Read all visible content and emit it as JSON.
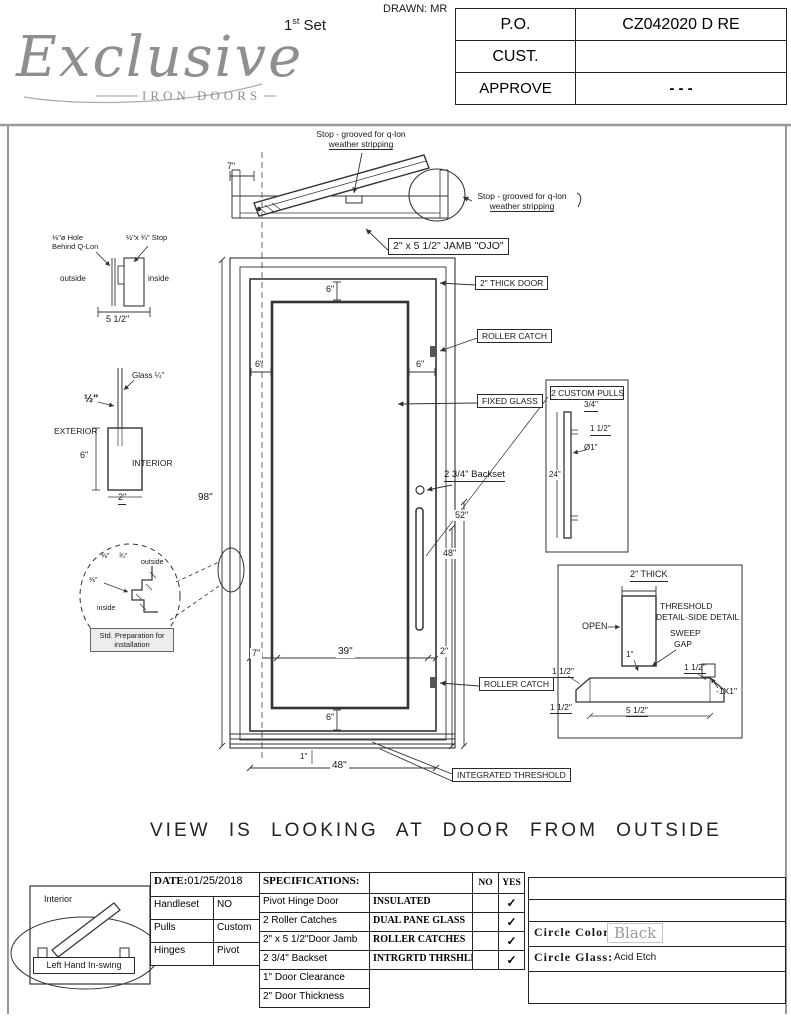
{
  "header": {
    "logo_script": "Exclusive",
    "logo_sub": "IRON DOORS",
    "set_num": "1",
    "set_sup": "st",
    "set_word": " Set",
    "drawn": "DRAWN: MR",
    "po_label": "P.O.",
    "po_value": "CZ042020 D RE",
    "cust_label": "CUST.",
    "cust_value": "",
    "approve_label": "APPROVE",
    "approve_value": "- - -"
  },
  "top_view": {
    "stop_top_1": "Stop - grooved for q-lon",
    "stop_top_2": "weather stripping",
    "stop_right_1": "Stop - grooved for q-lon",
    "stop_right_2": "weather stripping",
    "dim_7": "7\"",
    "jamb_label": "2\" x 5 1/2\" JAMB  \"OJO\""
  },
  "elevation": {
    "thick_door": "2\" THICK DOOR",
    "roller_catch_top": "ROLLER CATCH",
    "fixed_glass": "FIXED GLASS",
    "backset": "2 3/4\" Backset",
    "roller_catch_bottom": "ROLLER CATCH",
    "integrated_threshold": "INTEGRATED THRESHOLD",
    "dim_top_6": "6\"",
    "dim_left_6": "6\"",
    "dim_right_6": "6\"",
    "dim_height": "98\"",
    "dim_52": "52\"",
    "dim_48_side": "48\"",
    "dim_bottom_7": "7\"",
    "dim_glass_w": "39\"",
    "dim_bottom_2": "2\"",
    "dim_bottom_6": "6\"",
    "dim_clearance": "1\"",
    "dim_width": "48\""
  },
  "jamb_detail": {
    "hole_1": "⅛\"ø Hole",
    "hole_2": "Behind Q-Lon",
    "stop_note": "½\"x ¾\" Stop",
    "outside": "outside",
    "inside": "inside",
    "dim": "5 1/2\""
  },
  "glass_detail": {
    "glass_note": "Glass ¼\"",
    "gap": "½\"",
    "exterior": "EXTERIOR",
    "interior": "INTERIOR",
    "dim_6": "6\"",
    "dim_2": "2\""
  },
  "hinge_detail": {
    "f1": "⅜\"",
    "f2": "¾\"",
    "outside": "outside",
    "f3": "⅜\"",
    "inside": "inside",
    "prep_1": "Std. Preparation for",
    "prep_2": "installation"
  },
  "pulls_detail": {
    "title": "2 CUSTOM PULLS",
    "dim_34": "3/4\"",
    "dim_112": "1 1/2\"",
    "dim_dia": "Ø1\"",
    "dim_24": "24\""
  },
  "threshold_detail": {
    "thick": "2\" THICK",
    "title_1": "THRESHOLD",
    "title_2": "DETAIL-SIDE DETAIL",
    "open": "OPEN",
    "sweep_1": "SWEEP",
    "sweep_2": "GAP",
    "dim_1": "1\"",
    "dim_left": "1 1/2\"",
    "dim_right": "1 1/2\"",
    "stop_note": "-1X1\"",
    "dim_bottom_left": "1 1/2\"",
    "dim_bottom": "5 1/2\""
  },
  "view_note": "VIEW IS LOOKING AT DOOR FROM OUTSIDE",
  "swing": {
    "interior": "Interior",
    "label": "Left Hand In-swing"
  },
  "spec_table": {
    "date_label": "DATE:",
    "date_value": "01/25/2018",
    "rows": [
      {
        "label": "Handleset",
        "value": "NO"
      },
      {
        "label": "Pulls",
        "value": "Custom"
      },
      {
        "label": "Hinges",
        "value": "Pivot"
      }
    ],
    "spec_header": "SPECIFICATIONS:",
    "spec_items": [
      "Pivot Hinge Door",
      "2 Roller Catches",
      "2\" x 5 1/2\"Door Jamb",
      "2 3/4\" Backset",
      "1\" Door Clearance",
      "2\" Door Thickness"
    ],
    "no_label": "NO",
    "yes_label": "YES",
    "features": [
      {
        "label": "INSULATED",
        "check": "✓"
      },
      {
        "label": "DUAL PANE GLASS",
        "check": "✓"
      },
      {
        "label": "ROLLER CATCHES",
        "check": "✓"
      },
      {
        "label": "INTRGRTD THRSHLD",
        "check": "✓"
      }
    ],
    "circle_color_label": "Circle Color:",
    "circle_color_value": "Black",
    "circle_glass_label": "Circle Glass:",
    "circle_glass_value": "Acid Etch"
  }
}
